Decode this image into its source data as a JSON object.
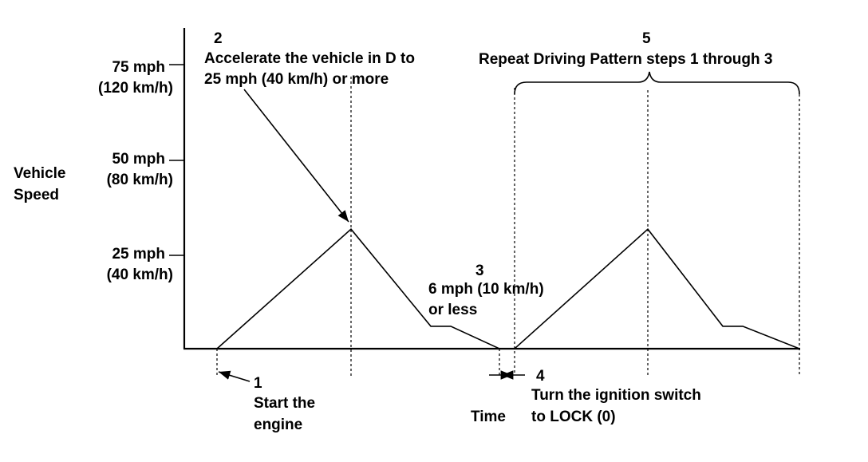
{
  "y_axis": {
    "title_lines": [
      "Vehicle",
      "Speed"
    ],
    "ticks": [
      {
        "mph": "75 mph",
        "kmh": "(120 km/h)"
      },
      {
        "mph": "50 mph",
        "kmh": "(80 km/h)"
      },
      {
        "mph": "25 mph",
        "kmh": "(40 km/h)"
      }
    ]
  },
  "x_axis": {
    "title": "Time"
  },
  "steps": [
    {
      "number": "1",
      "lines": [
        "Start the",
        "engine"
      ]
    },
    {
      "number": "2",
      "lines": [
        "Accelerate the vehicle in D to",
        "25 mph (40 km/h) or more"
      ]
    },
    {
      "number": "3",
      "lines": [
        "6 mph (10 km/h)",
        "or less"
      ]
    },
    {
      "number": "4",
      "lines": [
        "Turn the ignition switch",
        "to LOCK (0)"
      ]
    },
    {
      "number": "5",
      "lines": [
        "Repeat Driving Pattern steps 1 through 3"
      ]
    }
  ],
  "chart_data": {
    "type": "line",
    "xlabel": "Time",
    "ylabel": "Vehicle Speed",
    "y_units": "mph",
    "y_ticks": [
      25,
      50,
      75
    ],
    "series": [
      {
        "speed_profile_mph": [
          0,
          32,
          6,
          6,
          0,
          0,
          32,
          6,
          6,
          0
        ]
      }
    ]
  }
}
